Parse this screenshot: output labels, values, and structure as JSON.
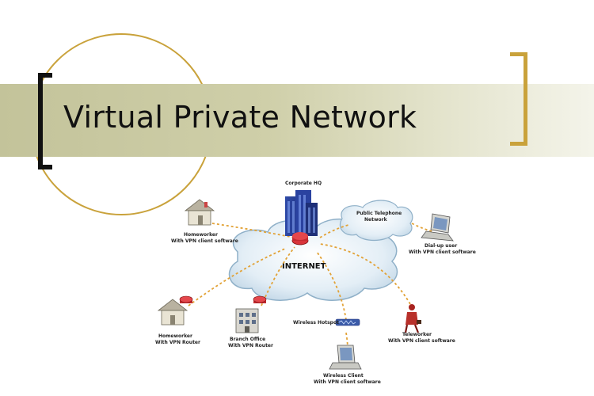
{
  "slide": {
    "title": "Virtual Private Network"
  },
  "diagram": {
    "corporate_hq": "Corporate HQ",
    "internet": "INTERNET",
    "pstn": [
      "Public Telephone",
      "Network"
    ],
    "homeworker_vpn_client": [
      "Homeworker",
      "With VPN client software"
    ],
    "homeworker_vpn_router": [
      "Homeworker",
      "With VPN Router"
    ],
    "branch_office": [
      "Branch Office",
      "With VPN Router"
    ],
    "wireless_hotspot": "Wireless Hotspot",
    "wireless_client": [
      "Wireless Client",
      "With VPN client software"
    ],
    "teleworker": [
      "Teleworker",
      "With VPN client software"
    ],
    "dialup_user": [
      "Dial-up user",
      "With VPN client software"
    ]
  }
}
